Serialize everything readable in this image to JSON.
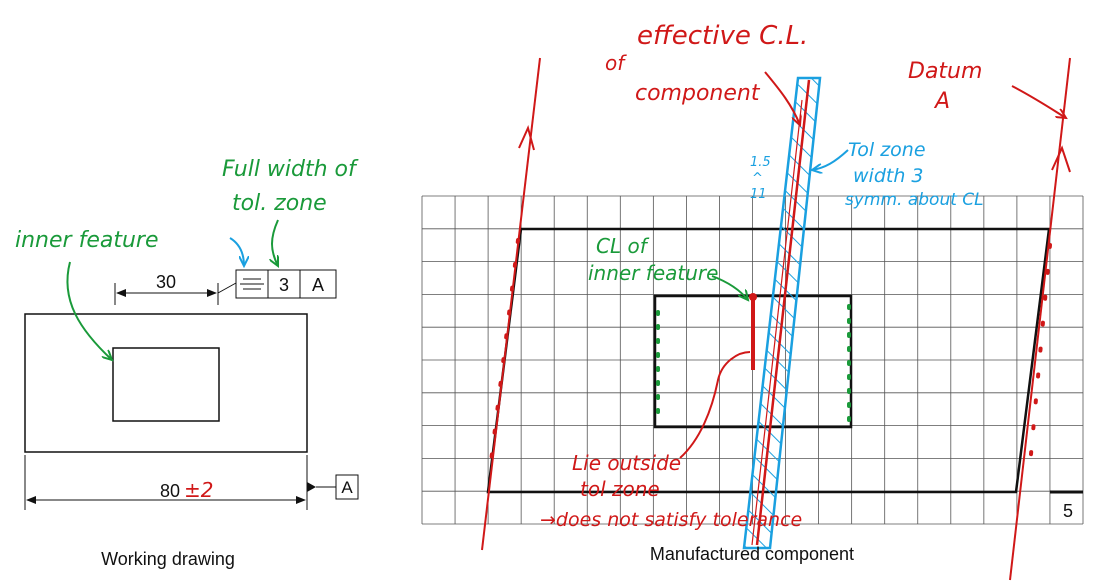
{
  "working_drawing": {
    "caption": "Working drawing",
    "dim_30": "30",
    "dim_80": "80",
    "dim_80_tol": "±2",
    "fcf_symbol": "⌯",
    "fcf_value": "3",
    "fcf_datum": "A",
    "datum_label": "A",
    "note_inner_feature": "inner feature",
    "note_full_width_1": "Full width of",
    "note_full_width_2": "tol. zone"
  },
  "manufactured": {
    "caption": "Manufactured component",
    "grid_label": "5",
    "note_effective_1": "effective C.L.",
    "note_effective_2": "of",
    "note_effective_3": "component",
    "note_datum_1": "Datum",
    "note_datum_2": "A",
    "note_tolzone_1": "Tol zone",
    "note_tolzone_2": "width 3",
    "note_tolzone_3": "symm. about CL",
    "note_half_1": "1.5",
    "note_half_2": "^",
    "note_half_3": "11",
    "note_cl_inner_1": "CL of",
    "note_cl_inner_2": "inner feature",
    "note_outside_1": "Lie outside",
    "note_outside_2": "tol zone",
    "note_outside_3": "→does not satisfy tolerance"
  },
  "colors": {
    "annotation_green": "#1a9a3a",
    "annotation_red": "#d01818",
    "annotation_blue": "#1aa0e0",
    "line_black": "#111111",
    "grid_gray": "#444444"
  }
}
